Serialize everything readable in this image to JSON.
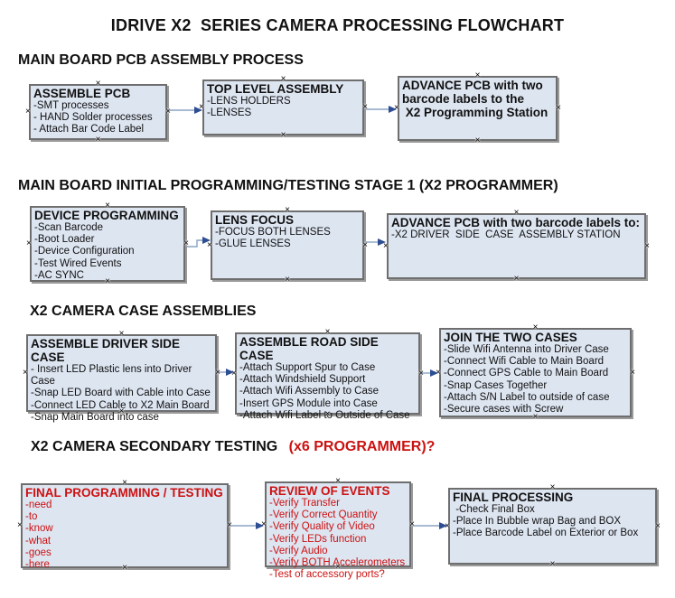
{
  "page": {
    "title": "IDRIVE X2  SERIES CAMERA PROCESSING FLOWCHART"
  },
  "colors": {
    "page_bg": "#ffffff",
    "text": "#111111",
    "red": "#cc1111",
    "box_fill": "#dde5f1",
    "box_border": "#6e6e6e",
    "box_shadow": "#9a9a9a",
    "arrow_line": "#8ca3c4",
    "arrow_head": "#2d4e93"
  },
  "icons": {
    "connector_handle": "×"
  },
  "sections": [
    {
      "heading": "MAIN BOARD PCB ASSEMBLY PROCESS",
      "boxes": [
        {
          "title": "ASSEMBLE PCB",
          "items": [
            "-SMT processes",
            "- HAND Solder processes",
            "- Attach Bar Code Label"
          ]
        },
        {
          "title": "TOP LEVEL ASSEMBLY",
          "items": [
            "-LENS HOLDERS",
            "-LENSES"
          ]
        },
        {
          "title": "ADVANCE PCB with two\nbarcode labels to the\n X2 Programming Station",
          "items": []
        }
      ]
    },
    {
      "heading": "MAIN BOARD INITIAL PROGRAMMING/TESTING STAGE 1 (X2 PROGRAMMER)",
      "boxes": [
        {
          "title": "DEVICE PROGRAMMING",
          "items": [
            "-Scan Barcode",
            "-Boot Loader",
            "-Device Configuration",
            "-Test Wired Events",
            "-AC SYNC"
          ]
        },
        {
          "title": "LENS FOCUS",
          "items": [
            "-FOCUS BOTH LENSES",
            "-GLUE LENSES"
          ]
        },
        {
          "title": "ADVANCE PCB with two barcode labels to:",
          "items": [
            "-X2 DRIVER  SIDE  CASE  ASSEMBLY STATION"
          ]
        }
      ]
    },
    {
      "heading": "X2 CAMERA CASE ASSEMBLIES",
      "boxes": [
        {
          "title": "ASSEMBLE DRIVER SIDE CASE",
          "items": [
            "- Insert LED Plastic lens into Driver Case",
            "-Snap LED Board with Cable into Case",
            "-Connect LED Cable to X2 Main Board",
            "-Snap Main Board into case"
          ]
        },
        {
          "title": "ASSEMBLE ROAD SIDE CASE",
          "items": [
            "-Attach Support Spur to Case",
            "-Attach Windshield Support",
            "-Attach Wifi Assembly to Case",
            "-Insert GPS Module into Case",
            "-Attach Wifi Label to Outside of Case"
          ]
        },
        {
          "title": "JOIN THE TWO CASES",
          "items": [
            "-Slide Wifi Antenna into Driver Case",
            "-Connect Wifi Cable to Main Board",
            "-Connect GPS Cable to Main Board",
            "-Snap Cases Together",
            "-Attach S/N Label to outside of case",
            "-Secure cases with Screw"
          ]
        }
      ]
    },
    {
      "heading": "X2 CAMERA SECONDARY TESTING ",
      "heading_red": "(x6 PROGRAMMER)?",
      "boxes": [
        {
          "title": "FINAL PROGRAMMING / TESTING",
          "items": [
            "-need",
            "-to",
            "-know",
            "-what",
            "-goes",
            "-here"
          ]
        },
        {
          "title": "REVIEW OF EVENTS",
          "items": [
            "-Verify Transfer",
            "-Verify Correct Quantity",
            "-Verify Quality of Video",
            "-Verify LEDs function",
            "-Verify Audio",
            "-Verify BOTH Accelerometers",
            "-Test of accessory ports?"
          ]
        },
        {
          "title": "FINAL PROCESSING",
          "items": [
            " -Check Final Box",
            "-Place In Bubble wrap Bag and BOX",
            "-Place Barcode Label on Exterior or Box"
          ]
        }
      ]
    }
  ]
}
